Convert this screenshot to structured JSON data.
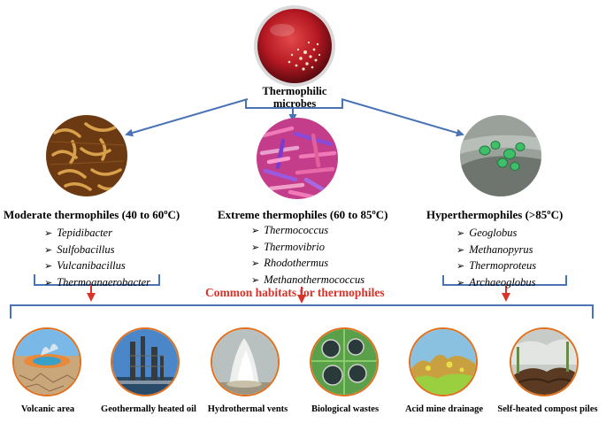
{
  "root": {
    "label_line1": "Thermophilic",
    "label_line2": "microbes"
  },
  "groups": [
    {
      "title": "Moderate thermophiles (40 to 60ºC)",
      "genera": [
        "Tepidibacter",
        "Sulfobacillus",
        "Vulcanibacillus",
        "Thermoanaerobacter"
      ]
    },
    {
      "title": "Extreme thermophiles (60 to 85ºC)",
      "genera": [
        "Thermococcus",
        "Thermovibrio",
        "Rhodothermus",
        "Methanothermococcus"
      ]
    },
    {
      "title": "Hyperthermophiles (>85ºC)",
      "genera": [
        "Geoglobus",
        "Methanopyrus",
        "Thermoproteus",
        "Archaeoglobus"
      ]
    }
  ],
  "habitats": {
    "heading": "Common habitats  for thermophiles",
    "items": [
      "Volcanic area",
      "Geothermally heated oil",
      "Hydrothermal vents",
      "Biological wastes",
      "Acid mine drainage",
      "Self-heated compost piles"
    ]
  },
  "colors": {
    "connector_blue": "#4a73b5",
    "arrow_red": "#d8322a",
    "heading_red": "#d8322a",
    "habitat_border": "#e0701c"
  }
}
